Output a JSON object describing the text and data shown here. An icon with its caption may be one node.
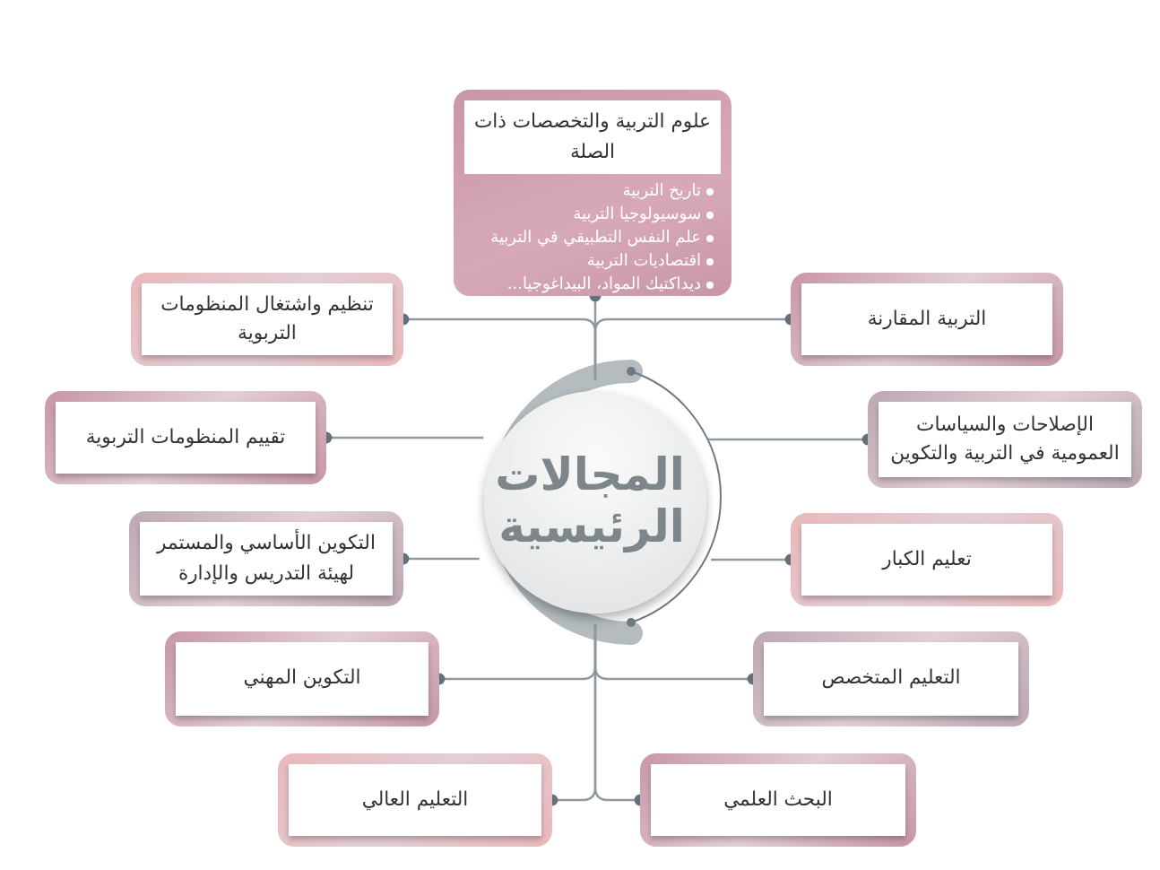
{
  "diagram": {
    "nodes": [
      {
        "text": [
          "المجالات الرئيسية"
        ]
      },
      {
        "text": [
          "علوم التربية والتخصصات ذات الصلة",
          "تاريخ التربية",
          "سوسيولوجيا التربية",
          "علم النفس التطبيقي في التربية",
          "اقتصاديات التربية",
          "ديداكتيك المواد، البيداغوجيا..."
        ]
      },
      {
        "text": [
          "تنظيم واشتغال المنظومات التربوية"
        ]
      },
      {
        "text": [
          "التربية المقارنة"
        ]
      },
      {
        "text": [
          "تقييم المنظومات التربوية"
        ]
      },
      {
        "text": [
          "الإصلاحات والسياسات العمومية في التربية والتكوين"
        ]
      },
      {
        "text": [
          "التكوين الأساسي والمستمر لهيئة التدريس والإدارة"
        ]
      },
      {
        "text": [
          "تعليم الكبار"
        ]
      },
      {
        "text": [
          "التكوين المهني"
        ]
      },
      {
        "text": [
          "التعليم المتخصص"
        ]
      },
      {
        "text": [
          "التعليم العالي"
        ]
      },
      {
        "text": [
          "البحث العلمي"
        ]
      }
    ],
    "edges": [
      {
        "from": 0,
        "to": 1,
        "arrow": "other"
      },
      {
        "from": 0,
        "to": 2,
        "arrow": "other"
      },
      {
        "from": 0,
        "to": 3,
        "arrow": "other"
      },
      {
        "from": 0,
        "to": 4,
        "arrow": "other"
      },
      {
        "from": 0,
        "to": 5,
        "arrow": "other"
      },
      {
        "from": 0,
        "to": 6,
        "arrow": "other"
      },
      {
        "from": 0,
        "to": 7,
        "arrow": "other"
      },
      {
        "from": 0,
        "to": 8,
        "arrow": "other"
      },
      {
        "from": 0,
        "to": 9,
        "arrow": "other"
      },
      {
        "from": 0,
        "to": 10,
        "arrow": "other"
      },
      {
        "from": 0,
        "to": 11,
        "arrow": "other"
      }
    ]
  }
}
